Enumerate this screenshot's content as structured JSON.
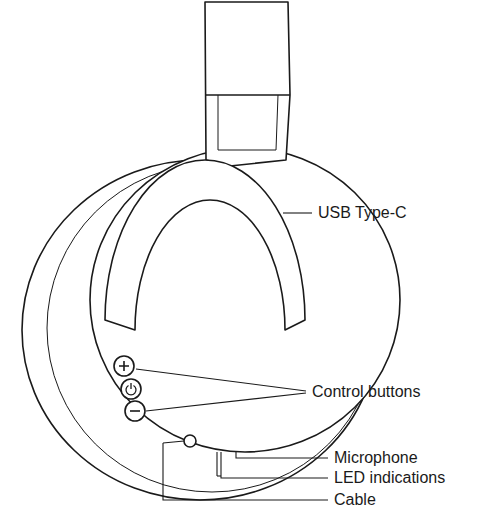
{
  "diagram": {
    "labels": [
      "USB Type-C",
      "Control buttons",
      "Microphone",
      "LED indications",
      "Cable"
    ]
  }
}
